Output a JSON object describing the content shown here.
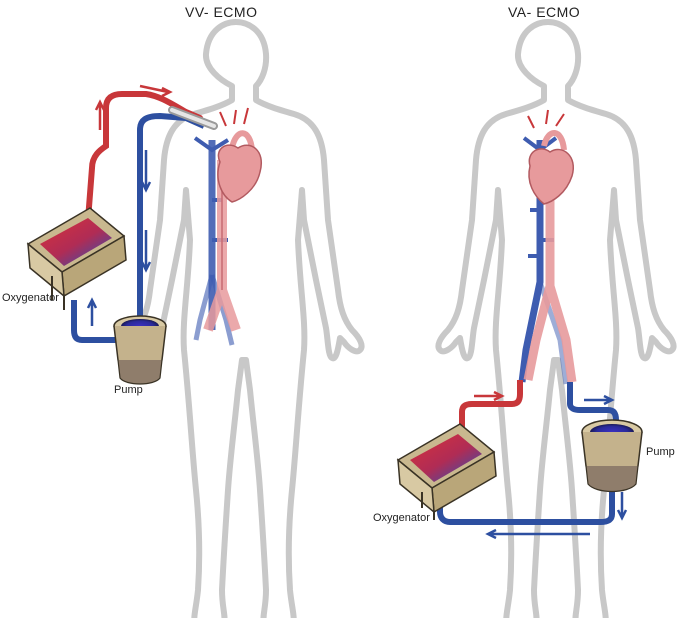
{
  "panels": [
    {
      "title": "VV- ECMO",
      "oxygenator_label": "Oxygenator",
      "pump_label": "Pump"
    },
    {
      "title": "VA- ECMO",
      "oxygenator_label": "Oxygenator",
      "pump_label": "Pump"
    }
  ],
  "colors": {
    "body_outline": "#cccccc",
    "venous_blue": "#2d4fa0",
    "arterial_red": "#c8373a",
    "heart_pink": "#e79a9c",
    "device_tan": "#d8c9a3",
    "pump_brown": "#8f7d6b"
  }
}
